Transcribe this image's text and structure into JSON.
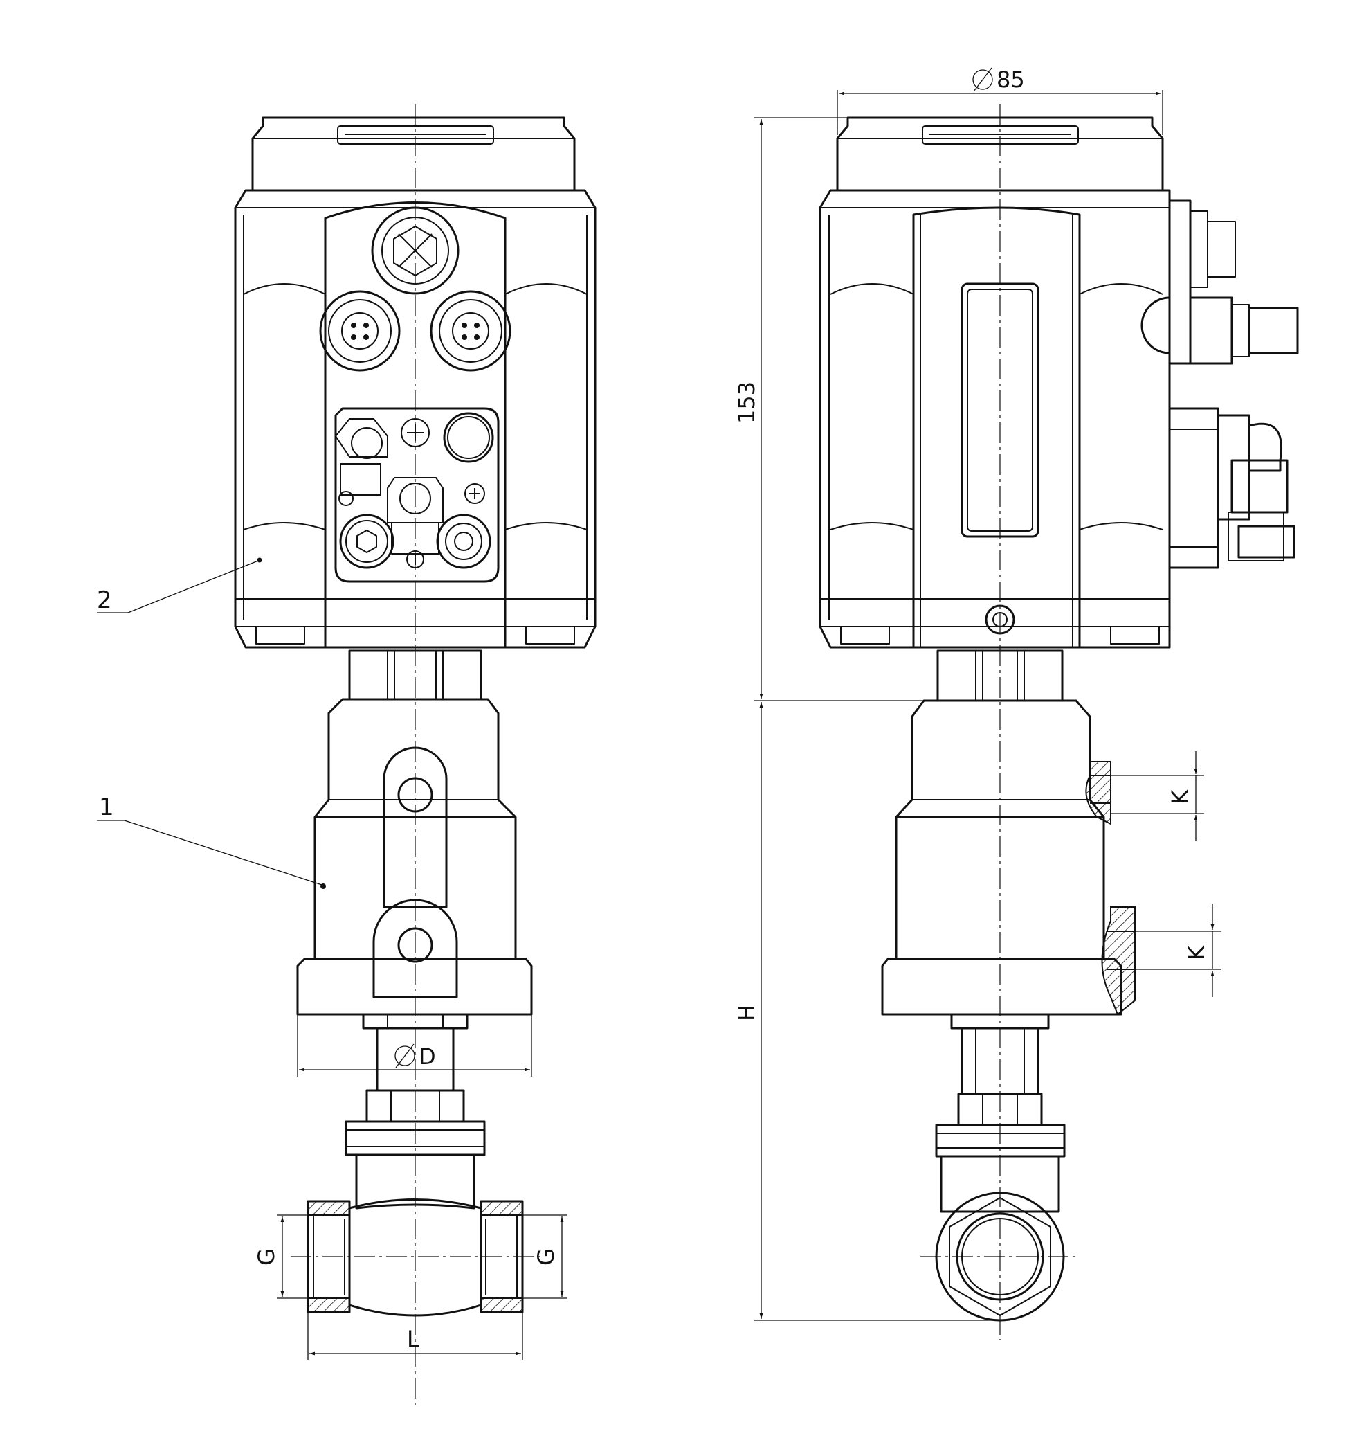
{
  "labels": {
    "part_1": "1",
    "part_2": "2"
  },
  "dimensions": {
    "diameter_top": "85",
    "height_actuator": "153",
    "height_total": "H",
    "diameter_d": "D",
    "length": "L",
    "thread_left": "G",
    "thread_right": "G",
    "port_k_upper": "K",
    "port_k_lower": "K"
  }
}
